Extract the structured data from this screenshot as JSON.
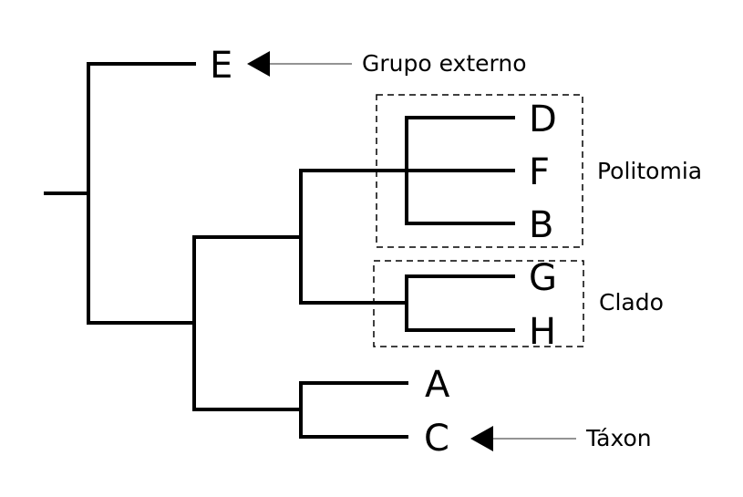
{
  "diagram": {
    "taxa": {
      "E": "E",
      "D": "D",
      "F": "F",
      "B": "B",
      "G": "G",
      "H": "H",
      "A": "A",
      "C": "C"
    },
    "annotations": {
      "outgroup": "Grupo externo",
      "polytomy": "Politomia",
      "clade": "Clado",
      "taxon": "Táxon"
    },
    "colors": {
      "branch": "#000000",
      "pointer_line": "#555555"
    }
  }
}
